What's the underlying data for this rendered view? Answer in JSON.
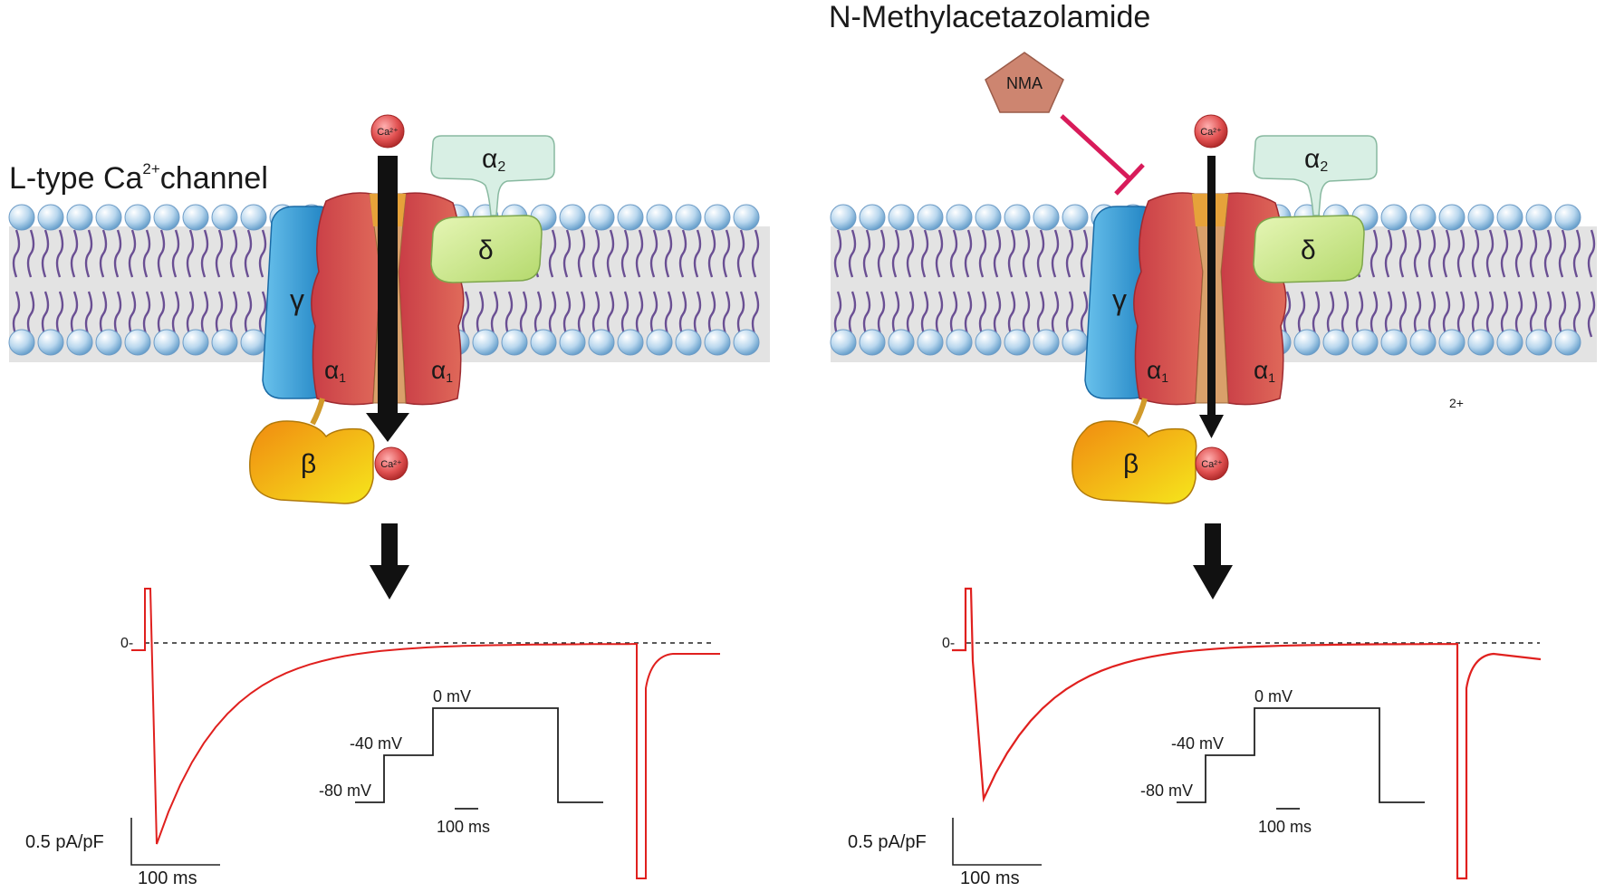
{
  "left_panel": {
    "title": "L-type Ca",
    "title_sup": "2+",
    "title_tail": "channel",
    "ion_top": "Ca²⁺",
    "ion_bottom": "Ca²⁺",
    "subunits": {
      "gamma": "γ",
      "alpha1_left": "α",
      "alpha1_right": "α",
      "alpha1_sub": "1",
      "alpha2": "α",
      "alpha2_sub": "2",
      "delta": "δ",
      "beta": "β"
    },
    "trace": {
      "zero_label": "0-",
      "scale_y_label": "0.5 pA/pF",
      "scale_x_label": "100 ms"
    },
    "protocol": {
      "v1": "-80 mV",
      "v2": "-40 mV",
      "v3": "0 mV",
      "scale": "100 ms"
    }
  },
  "right_panel": {
    "drug_name": "N-Methylacetazolamide",
    "drug_abbrev": "NMA",
    "ion_top": "Ca²⁺",
    "ion_bottom": "Ca²⁺",
    "stray_label": "2+",
    "subunits": {
      "gamma": "γ",
      "alpha1_left": "α",
      "alpha1_right": "α",
      "alpha1_sub": "1",
      "alpha2": "α",
      "alpha2_sub": "2",
      "delta": "δ",
      "beta": "β"
    },
    "trace": {
      "zero_label": "0-",
      "scale_y_label": "0.5 pA/pF",
      "scale_x_label": "100 ms"
    },
    "protocol": {
      "v1": "-80 mV",
      "v2": "-40 mV",
      "v3": "0 mV",
      "scale": "100 ms"
    }
  },
  "colors": {
    "membrane_bg": "#e3e3e3",
    "head_fill": "#bcd8ef",
    "tail": "#6a4f93",
    "alpha1": "#cf4f4f",
    "pore": "#d9a06a",
    "pore_top": "#e6a23a",
    "gamma": "#2f9ad3",
    "delta": "#cde98a",
    "alpha2": "#d8efe4",
    "beta": "#f2b21f",
    "ion": "#d84848",
    "trace": "#e0201e",
    "nma": "#cd8570",
    "inhibit": "#d81b5a"
  }
}
